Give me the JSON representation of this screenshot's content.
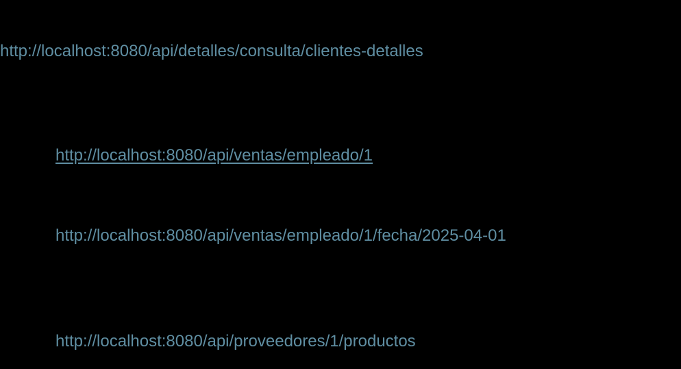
{
  "theme": {
    "background": "#000000",
    "link_color": "#5f8ea2"
  },
  "urls": [
    {
      "text": "http://localhost:8080/api/detalles/consulta/clientes-detalles"
    },
    {
      "text": "http://localhost:8080/api/ventas/empleado/1",
      "underlined": true
    },
    {
      "text": "http://localhost:8080/api/ventas/empleado/1/fecha/2025-04-01"
    },
    {
      "text": "http://localhost:8080/api/proveedores/1/productos"
    }
  ]
}
